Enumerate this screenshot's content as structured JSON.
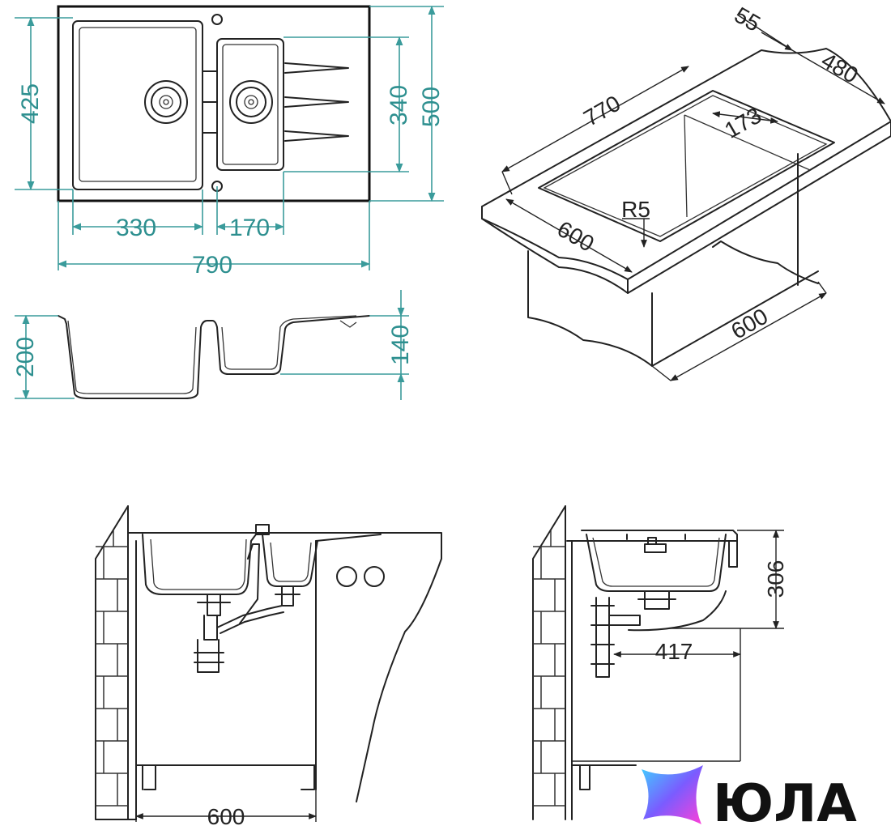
{
  "top_view": {
    "dims": {
      "h_425": "425",
      "h_340": "340",
      "h_500": "500",
      "w_330": "330",
      "w_170": "170",
      "w_790": "790"
    }
  },
  "side_view": {
    "dims": {
      "h_200": "200",
      "h_140": "140"
    }
  },
  "iso_view": {
    "dims": {
      "d_55": "55",
      "d_480": "480",
      "d_770": "770",
      "d_173": "173",
      "d_r5": "R5",
      "d_600a": "600",
      "d_600b": "600"
    }
  },
  "front_install": {
    "dims": {
      "w_600": "600"
    }
  },
  "side_install": {
    "dims": {
      "h_306": "306",
      "w_417": "417"
    }
  },
  "logo": {
    "text": "ЮЛА"
  },
  "colors": {
    "dimension": "#3a9b9b",
    "line": "#222222"
  }
}
